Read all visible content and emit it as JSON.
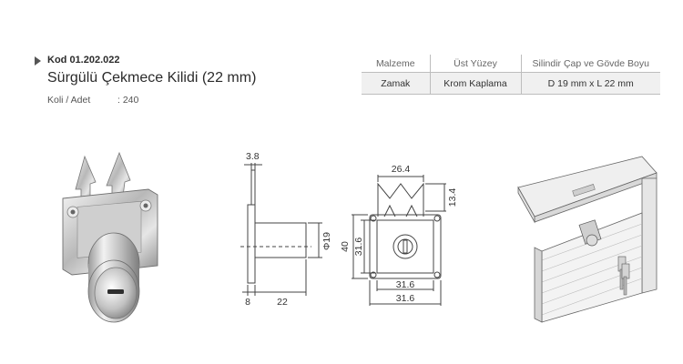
{
  "product": {
    "code": "Kod 01.202.022",
    "title": "Sürgülü Çekmece Kilidi (22 mm)",
    "pack_label": "Koli / Adet",
    "pack_value": ": 240"
  },
  "specs": {
    "headers": [
      "Malzeme",
      "Üst Yüzey",
      "Silindir Çap ve Gövde Boyu"
    ],
    "values": [
      "Zamak",
      "Krom Kaplama",
      "D 19 mm  x  L 22 mm"
    ]
  },
  "side_drawing": {
    "dim_top": "3.8",
    "dim_diameter": "Φ19",
    "dim_bottom_left": "8",
    "dim_bottom_right": "22"
  },
  "front_drawing": {
    "dim_width_top": "26.4",
    "dim_height_top": "13.4",
    "dim_height_total": "40",
    "dim_height_body": "31.6",
    "dim_width_body": "31.6",
    "dim_width_total": "31.6"
  }
}
